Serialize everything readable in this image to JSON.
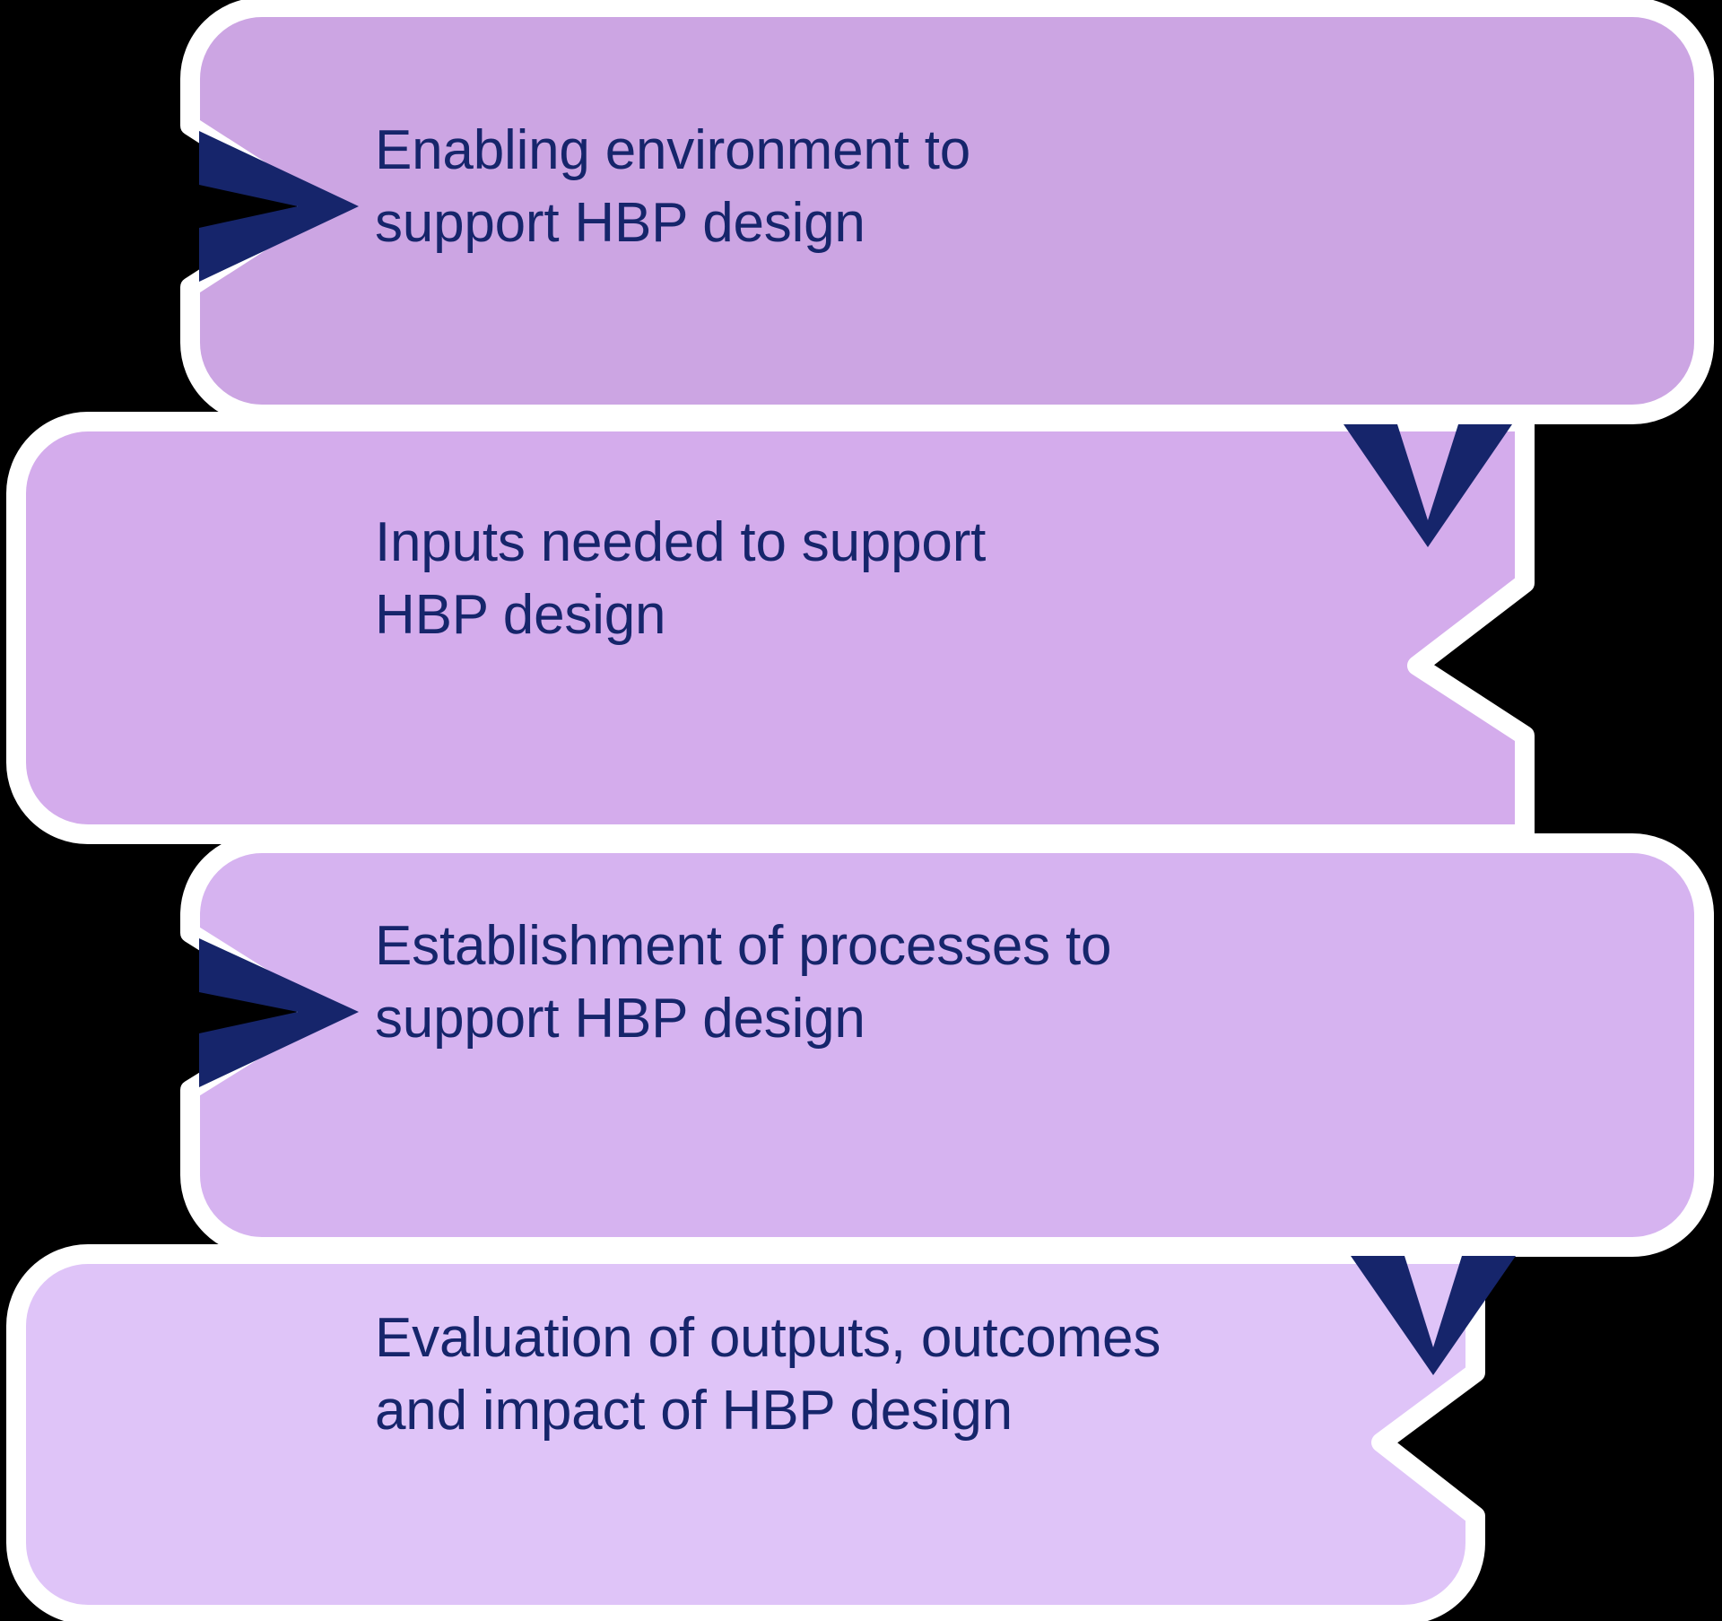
{
  "diagram": {
    "type": "process-flow-chevron-stack",
    "background_color": "#000000",
    "outline_color": "#FFFFFF",
    "arrow_color": "#16256B",
    "text_color": "#16256B",
    "steps": [
      {
        "index": 1,
        "label": "Enabling environment to\nsupport HBP design",
        "fill_color": "#CCA5E3",
        "arrow_name": "chevron-right-icon",
        "arrow_side": "left"
      },
      {
        "index": 2,
        "label": "Inputs needed to support\nHBP design",
        "fill_color": "#D4ACEC",
        "arrow_name": "chevron-down-icon",
        "arrow_side": "right"
      },
      {
        "index": 3,
        "label": "Establishment of processes to\nsupport HBP design",
        "fill_color": "#D6B3F0",
        "arrow_name": "chevron-right-icon",
        "arrow_side": "left"
      },
      {
        "index": 4,
        "label": "Evaluation of outputs, outcomes\nand impact of HBP design",
        "fill_color": "#DFC4F8",
        "arrow_name": "chevron-down-icon",
        "arrow_side": "right"
      }
    ]
  }
}
